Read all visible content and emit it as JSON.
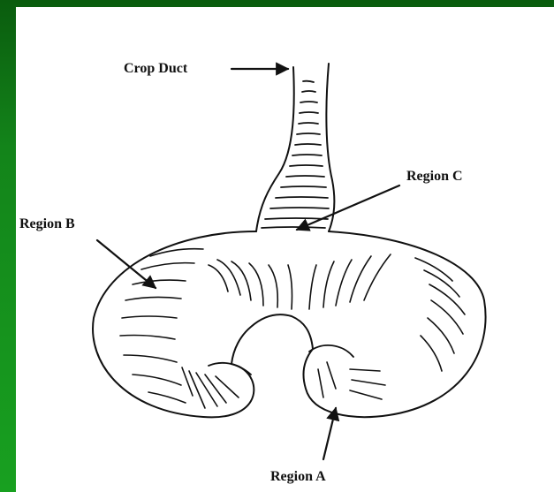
{
  "labels": {
    "crop_duct": "Crop Duct",
    "region_a": "Region A",
    "region_b": "Region B",
    "region_c": "Region C"
  },
  "colors": {
    "frame_green_dark": "#0a5c0e",
    "frame_green_light": "#18a020",
    "ink": "#111111",
    "paper": "#ffffff"
  }
}
